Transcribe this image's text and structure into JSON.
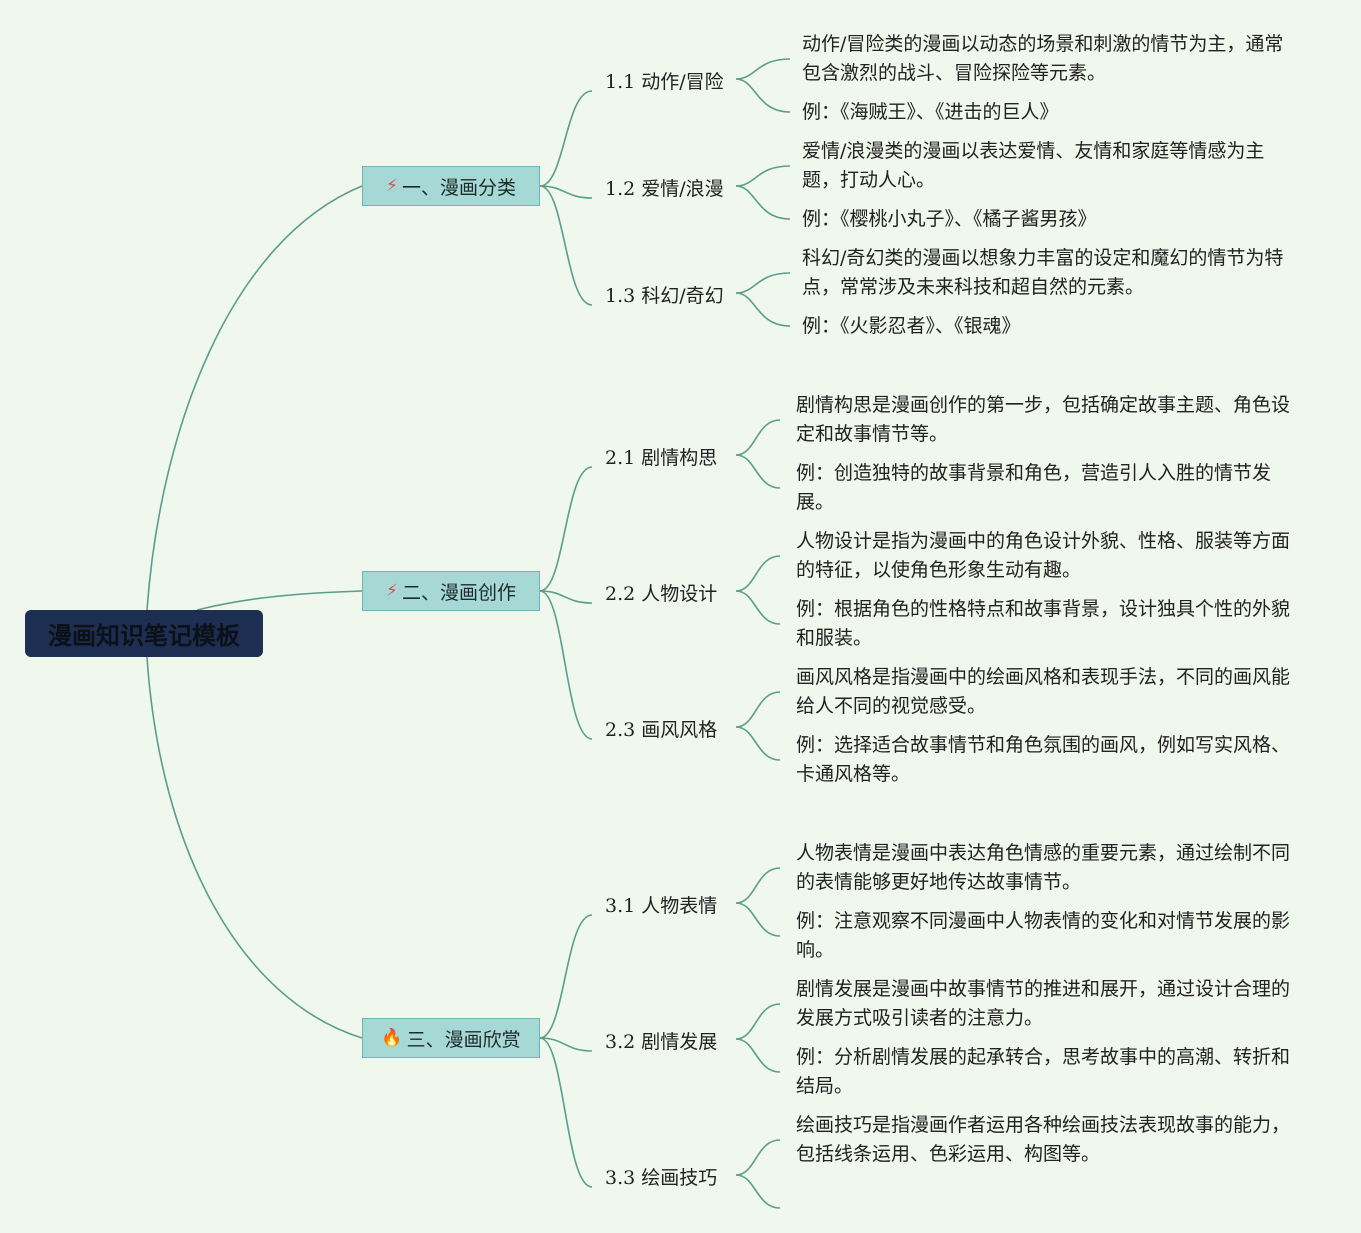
{
  "root": {
    "label": "漫画知识笔记模板"
  },
  "colors": {
    "line": "#5a9e8a",
    "root_bg": "#1c2f52",
    "branch_bg": "#a6d9d6",
    "background": "#f0f7ec"
  },
  "branches": [
    {
      "icon": "magic-wand-icon",
      "glyph": "⚡",
      "label": "一、漫画分类",
      "subs": [
        {
          "num": "1.1",
          "label": "动作/冒险",
          "desc": "动作/冒险类的漫画以动态的场景和刺激的情节为主，通常包含激烈的战斗、冒险探险等元素。",
          "example": "例：《海贼王》、《进击的巨人》"
        },
        {
          "num": "1.2",
          "label": "爱情/浪漫",
          "desc": "爱情/浪漫类的漫画以表达爱情、友情和家庭等情感为主题，打动人心。",
          "example": "例：《樱桃小丸子》、《橘子酱男孩》"
        },
        {
          "num": "1.3",
          "label": "科幻/奇幻",
          "desc": "科幻/奇幻类的漫画以想象力丰富的设定和魔幻的情节为特点，常常涉及未来科技和超自然的元素。",
          "example": "例：《火影忍者》、《银魂》"
        }
      ]
    },
    {
      "icon": "magic-wand-icon",
      "glyph": "⚡",
      "label": "二、漫画创作",
      "subs": [
        {
          "num": "2.1",
          "label": "剧情构思",
          "desc": "剧情构思是漫画创作的第一步，包括确定故事主题、角色设定和故事情节等。",
          "example": "例：创造独特的故事背景和角色，营造引人入胜的情节发展。"
        },
        {
          "num": "2.2",
          "label": "人物设计",
          "desc": "人物设计是指为漫画中的角色设计外貌、性格、服装等方面的特征，以使角色形象生动有趣。",
          "example": "例：根据角色的性格特点和故事背景，设计独具个性的外貌和服装。"
        },
        {
          "num": "2.3",
          "label": "画风风格",
          "desc": "画风风格是指漫画中的绘画风格和表现手法，不同的画风能给人不同的视觉感受。",
          "example": "例：选择适合故事情节和角色氛围的画风，例如写实风格、卡通风格等。"
        }
      ]
    },
    {
      "icon": "fire-icon",
      "glyph": "🔥",
      "label": "三、漫画欣赏",
      "subs": [
        {
          "num": "3.1",
          "label": "人物表情",
          "desc": "人物表情是漫画中表达角色情感的重要元素，通过绘制不同的表情能够更好地传达故事情节。",
          "example": "例：注意观察不同漫画中人物表情的变化和对情节发展的影响。"
        },
        {
          "num": "3.2",
          "label": "剧情发展",
          "desc": "剧情发展是漫画中故事情节的推进和展开，通过设计合理的发展方式吸引读者的注意力。",
          "example": "例：分析剧情发展的起承转合，思考故事中的高潮、转折和结局。"
        },
        {
          "num": "3.3",
          "label": "绘画技巧",
          "desc": "绘画技巧是指漫画作者运用各种绘画技法表现故事的能力，包括线条运用、色彩运用、构图等。",
          "example": ""
        }
      ]
    }
  ]
}
